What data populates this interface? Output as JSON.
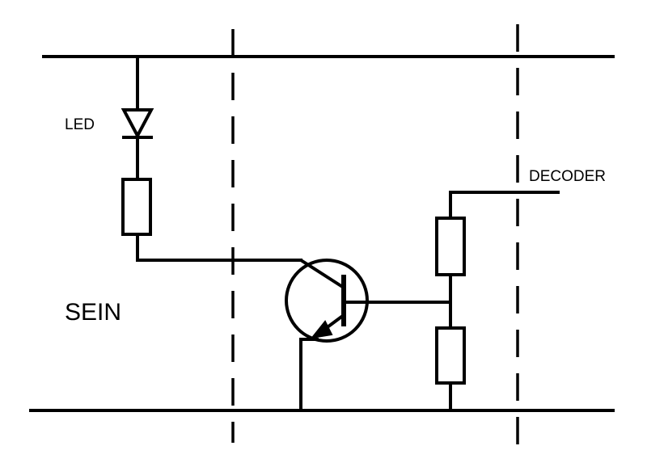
{
  "labels": {
    "led": "LED",
    "decoder": "DECODER",
    "sein": "SEIN"
  }
}
